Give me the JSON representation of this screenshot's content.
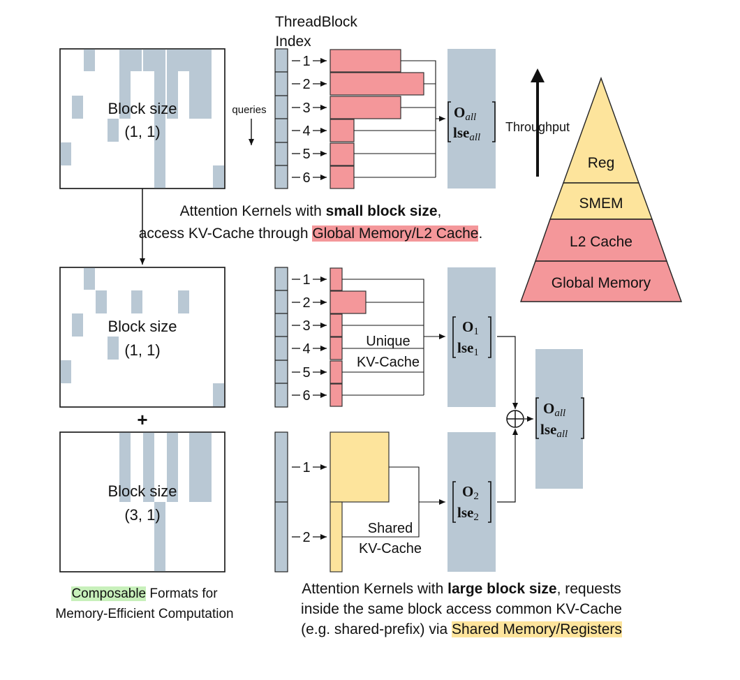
{
  "panels": {
    "top": {
      "label": "Block size",
      "size": "(1, 1)"
    },
    "middle": {
      "label": "Block size",
      "size": "(1, 1)"
    },
    "bottom": {
      "label": "Block size",
      "size": "(3, 1)"
    },
    "plus": "+"
  },
  "header": {
    "line1": "ThreadBlock",
    "line2": "Index",
    "queries": "queries"
  },
  "thread_indices_small": [
    "1",
    "2",
    "3",
    "4",
    "5",
    "6"
  ],
  "thread_indices_large": [
    "1",
    "2"
  ],
  "outputs": {
    "o_all_top": "O",
    "o_all_top_sub": "all",
    "lse_all_top": "lse",
    "lse_all_top_sub": "all",
    "o1": "O",
    "o1_sub": "1",
    "lse1": "lse",
    "lse1_sub": "1",
    "o2": "O",
    "o2_sub": "2",
    "lse2": "lse",
    "lse2_sub": "2",
    "o_all_final": "O",
    "o_all_final_sub": "all",
    "lse_all_final": "lse",
    "lse_all_final_sub": "all",
    "merge_symbol": "⊕"
  },
  "labels": {
    "unique_line1": "Unique",
    "unique_line2": "KV-Cache",
    "shared_line1": "Shared",
    "shared_line2": "KV-Cache",
    "throughput": "Throughput"
  },
  "pyramid": {
    "levels": [
      "Reg",
      "SMEM",
      "L2 Cache",
      "Global Memory"
    ]
  },
  "captions": {
    "small_pre": "Attention Kernels with ",
    "small_bold": "small block size",
    "small_post": ",",
    "small_line2_pre": "access KV-Cache through ",
    "small_line2_hl": "Global Memory/L2 Cache",
    "small_line2_post": ".",
    "large_pre": "Attention Kernels with ",
    "large_bold": "large block size",
    "large_post": ", requests",
    "large_line2": "inside the same block access common KV-Cache",
    "large_line3_pre": "(e.g. shared-prefix) via ",
    "large_line3_hl": "Shared Memory/Registers",
    "composable_hl": "Composable",
    "composable_post": " Formats for",
    "composable_line2": "Memory-Efficient Computation"
  },
  "colors": {
    "kv_blue": "#b9c8d4",
    "red": "#f4979a",
    "yellow": "#fde49c",
    "green": "#c8f0bb"
  }
}
